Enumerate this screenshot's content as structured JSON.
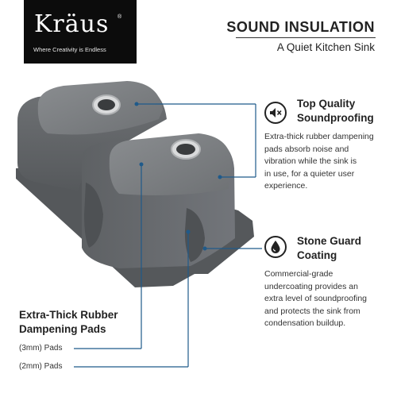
{
  "brand": {
    "logo_text": "Kräus",
    "registered": "®",
    "tagline": "Where Creativity is Endless"
  },
  "header": {
    "title": "SOUND INSULATION",
    "subtitle": "A Quiet Kitchen Sink"
  },
  "features": [
    {
      "icon": "speaker-mute-icon",
      "title_lines": [
        "Top Quality",
        "Soundproofing"
      ],
      "body_lines": [
        "Extra-thick rubber dampening",
        "pads absorb noise and",
        "vibration while the sink is",
        "in use, for a quieter user",
        "experience."
      ]
    },
    {
      "icon": "water-drop-icon",
      "title_lines": [
        "Stone Guard",
        "Coating"
      ],
      "body_lines": [
        "Commercial-grade",
        "undercoating provides an",
        "extra level of soundproofing",
        "and protects the sink from",
        "condensation buildup."
      ]
    }
  ],
  "pads": {
    "title_lines": [
      "Extra-Thick Rubber",
      "Dampening Pads"
    ],
    "labels": [
      "(3mm) Pads",
      "(2mm) Pads"
    ]
  },
  "colors": {
    "callout_line": "#1f5a8a",
    "sink_gray": "#6b6e71",
    "logo_bg": "#0c0c0c"
  }
}
